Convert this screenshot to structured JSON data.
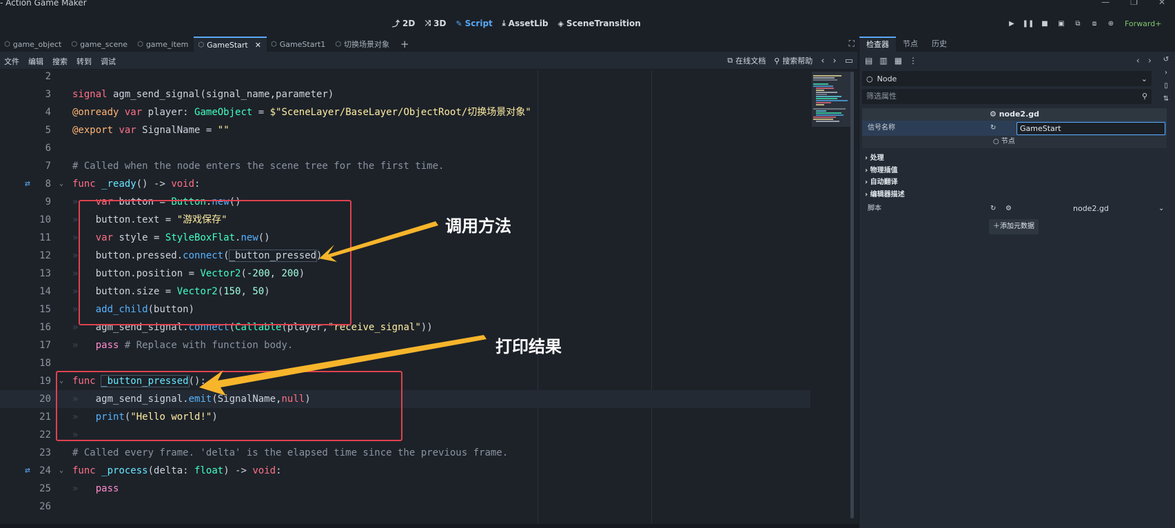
{
  "window": {
    "title": "- Action Game Maker",
    "controls": [
      "—",
      "❐",
      "✕"
    ]
  },
  "workspaces": [
    {
      "icon": "⤴",
      "label": "2D",
      "active": false
    },
    {
      "icon": "⤨",
      "label": "3D",
      "active": false
    },
    {
      "icon": "✎",
      "label": "Script",
      "active": true
    },
    {
      "icon": "⤓",
      "label": "AssetLib",
      "active": false
    },
    {
      "icon": "◈",
      "label": "SceneTransition",
      "active": false
    }
  ],
  "run_buttons": [
    "▶",
    "❚❚",
    "■",
    "▣",
    "⧉",
    "⧈",
    "⊕"
  ],
  "renderer": "Forward+",
  "scene_tabs": [
    {
      "label": "game_object",
      "active": false
    },
    {
      "label": "game_scene",
      "active": false
    },
    {
      "label": "game_item",
      "active": false
    },
    {
      "label": "GameStart",
      "active": true
    },
    {
      "label": "GameStart1",
      "active": false
    },
    {
      "label": "切换场景对象",
      "active": false
    }
  ],
  "script_menus": [
    "文件",
    "编辑",
    "搜索",
    "转到",
    "调试"
  ],
  "script_toolbar": {
    "online_docs": "在线文档",
    "search_help": "搜索帮助"
  },
  "code_lines": [
    {
      "n": "2",
      "fold": false,
      "gutter_icon": false,
      "html": ""
    },
    {
      "n": "3",
      "fold": false,
      "gutter_icon": false,
      "html": "<span class=\"kw\">signal</span> agm_send_signal(signal_name,parameter)"
    },
    {
      "n": "4",
      "fold": false,
      "gutter_icon": false,
      "html": "<span class=\"ann\">@onready</span> <span class=\"kw\">var</span> player: <span class=\"ty\">GameObject</span> = <span class=\"str\">$\"SceneLayer/BaseLayer/ObjectRoot/切换场景对象\"</span>"
    },
    {
      "n": "5",
      "fold": false,
      "gutter_icon": false,
      "html": "<span class=\"ann\">@export</span> <span class=\"kw\">var</span> SignalName = <span class=\"str\">\"\"</span>"
    },
    {
      "n": "6",
      "fold": false,
      "gutter_icon": false,
      "html": ""
    },
    {
      "n": "7",
      "fold": false,
      "gutter_icon": false,
      "html": "<span class=\"cm\"># Called when the node enters the scene tree for the first time.</span>"
    },
    {
      "n": "8",
      "fold": true,
      "gutter_icon": true,
      "html": "<span class=\"kw\">func</span> <span class=\"fn2\">_ready</span>() -> <span class=\"kw\">void</span>:"
    },
    {
      "n": "9",
      "fold": false,
      "gutter_icon": false,
      "html": "<span class=\"tabmark\">»</span>   <span class=\"kw\">var</span> button = <span class=\"ty\">Button</span>.<span class=\"fn\">new</span>()"
    },
    {
      "n": "10",
      "fold": false,
      "gutter_icon": false,
      "html": "<span class=\"tabmark\">»</span>   button.text = <span class=\"str\">\"游戏保存\"</span>"
    },
    {
      "n": "11",
      "fold": false,
      "gutter_icon": false,
      "html": "<span class=\"tabmark\">»</span>   <span class=\"kw\">var</span> style = <span class=\"ty\">StyleBoxFlat</span>.<span class=\"fn\">new</span>()"
    },
    {
      "n": "12",
      "fold": false,
      "gutter_icon": false,
      "html": "<span class=\"tabmark\">»</span>   button.pressed.<span class=\"fn\">connect</span>(<span class=\"hl\">_button_pressed</span>)"
    },
    {
      "n": "13",
      "fold": false,
      "gutter_icon": false,
      "html": "<span class=\"tabmark\">»</span>   button.position = <span class=\"ty\">Vector2</span>(<span class=\"nm\">-200</span>, <span class=\"nm\">200</span>)"
    },
    {
      "n": "14",
      "fold": false,
      "gutter_icon": false,
      "html": "<span class=\"tabmark\">»</span>   button.size = <span class=\"ty\">Vector2</span>(<span class=\"nm\">150</span>, <span class=\"nm\">50</span>)"
    },
    {
      "n": "15",
      "fold": false,
      "gutter_icon": false,
      "html": "<span class=\"tabmark\">»</span>   <span class=\"fn\">add_child</span>(button)"
    },
    {
      "n": "16",
      "fold": false,
      "gutter_icon": false,
      "html": "<span class=\"tabmark\">»</span>   agm_send_signal.<span class=\"fn\">connect</span>(<span class=\"ty\">Callable</span>(player,<span class=\"str\">\"receive_signal\"</span>))"
    },
    {
      "n": "17",
      "fold": false,
      "gutter_icon": false,
      "html": "<span class=\"tabmark\">»</span>   <span class=\"kw2\">pass</span> <span class=\"cm\"># Replace with function body.</span>"
    },
    {
      "n": "18",
      "fold": false,
      "gutter_icon": false,
      "html": ""
    },
    {
      "n": "19",
      "fold": true,
      "gutter_icon": false,
      "html": "<span class=\"kw\">func</span> <span class=\"fn2 hl\">_button_pressed</span>():"
    },
    {
      "n": "20",
      "fold": false,
      "gutter_icon": false,
      "current": true,
      "html": "<span class=\"tabmark\">»</span>   agm_send_signal.<span class=\"fn\">emit</span>(SignalName,<span class=\"nul\">null</span>)"
    },
    {
      "n": "21",
      "fold": false,
      "gutter_icon": false,
      "html": "<span class=\"tabmark\">»</span>   <span class=\"fn\">print</span>(<span class=\"str\">\"Hello world!\"</span>)"
    },
    {
      "n": "22",
      "fold": false,
      "gutter_icon": false,
      "html": "<span class=\"tabmark\">»</span>"
    },
    {
      "n": "23",
      "fold": false,
      "gutter_icon": false,
      "html": "<span class=\"cm\"># Called every frame. 'delta' is the elapsed time since the previous frame.</span>"
    },
    {
      "n": "24",
      "fold": true,
      "gutter_icon": true,
      "html": "<span class=\"kw\">func</span> <span class=\"fn2\">_process</span>(delta: <span class=\"ty\">float</span>) -> <span class=\"kw\">void</span>:"
    },
    {
      "n": "25",
      "fold": false,
      "gutter_icon": false,
      "html": "<span class=\"tabmark\">»</span>   <span class=\"kw2\">pass</span>"
    },
    {
      "n": "26",
      "fold": false,
      "gutter_icon": false,
      "html": ""
    }
  ],
  "annotations": {
    "call_method": "调用方法",
    "print_result": "打印结果"
  },
  "inspector": {
    "dock_tabs": [
      "检查器",
      "节点",
      "历史"
    ],
    "node_type": "Node",
    "filter_placeholder": "筛选属性",
    "script_header": "node2.gd",
    "signal_name_label": "信号名称",
    "signal_name_value": "GameStart",
    "sub_label": "节点",
    "sections": [
      "处理",
      "物理插值",
      "自动翻译",
      "编辑器描述"
    ],
    "script_label": "脚本",
    "script_value": "node2.gd",
    "add_metadata": "添加元数据"
  },
  "colors": {
    "accent": "#5aa9f5",
    "annotation_red": "#e0424f",
    "annotation_arrow": "#f7b52b",
    "background": "#1d2229"
  }
}
